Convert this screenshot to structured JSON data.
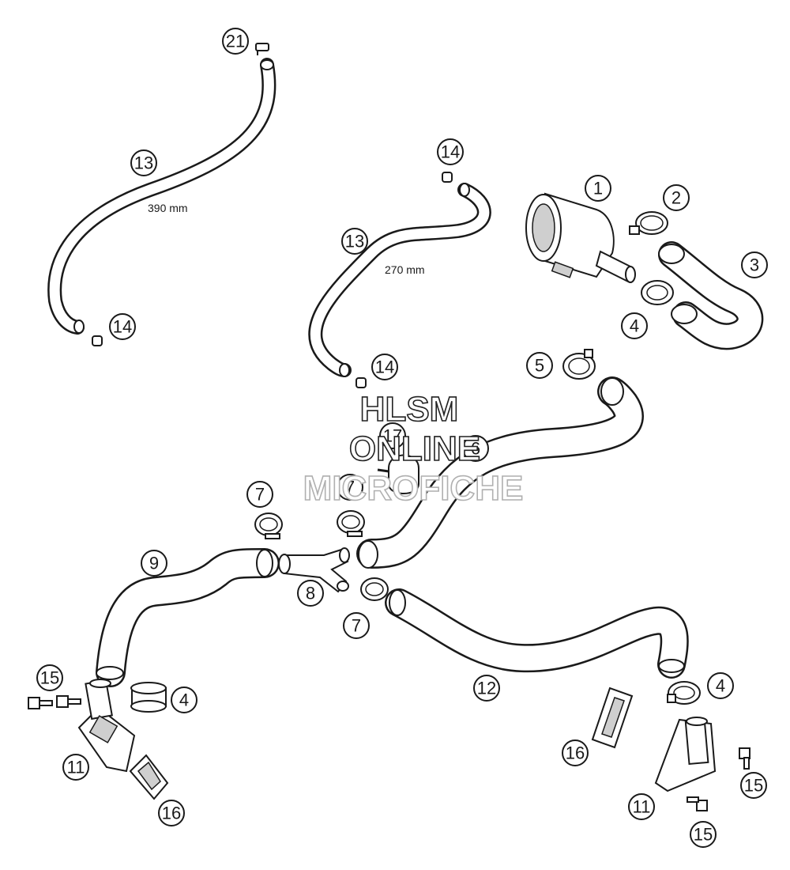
{
  "dimensions": {
    "left_hose_length": "390 mm",
    "middle_hose_length": "270 mm"
  },
  "callouts": {
    "c1": "1",
    "c2": "2",
    "c3": "3",
    "c4a": "4",
    "c4b": "4",
    "c4c": "4",
    "c5": "5",
    "c6": "6",
    "c7a": "7",
    "c7b": "7",
    "c7c": "7",
    "c8": "8",
    "c9": "9",
    "c11a": "11",
    "c11b": "11",
    "c12": "12",
    "c13a": "13",
    "c13b": "13",
    "c14a": "14",
    "c14b": "14",
    "c14c": "14",
    "c15a": "15",
    "c15b": "15",
    "c15c": "15",
    "c16a": "16",
    "c16b": "16",
    "c17": "17",
    "c21": "21"
  },
  "watermark": {
    "line1": "HLSM",
    "line2": "ONLINE",
    "line3": "MICROFICHE"
  },
  "colors": {
    "line": "#1a1a1a",
    "shade": "#cfcfcf",
    "watermark_dark": "#222222",
    "watermark_light": "#b0b0b0"
  }
}
